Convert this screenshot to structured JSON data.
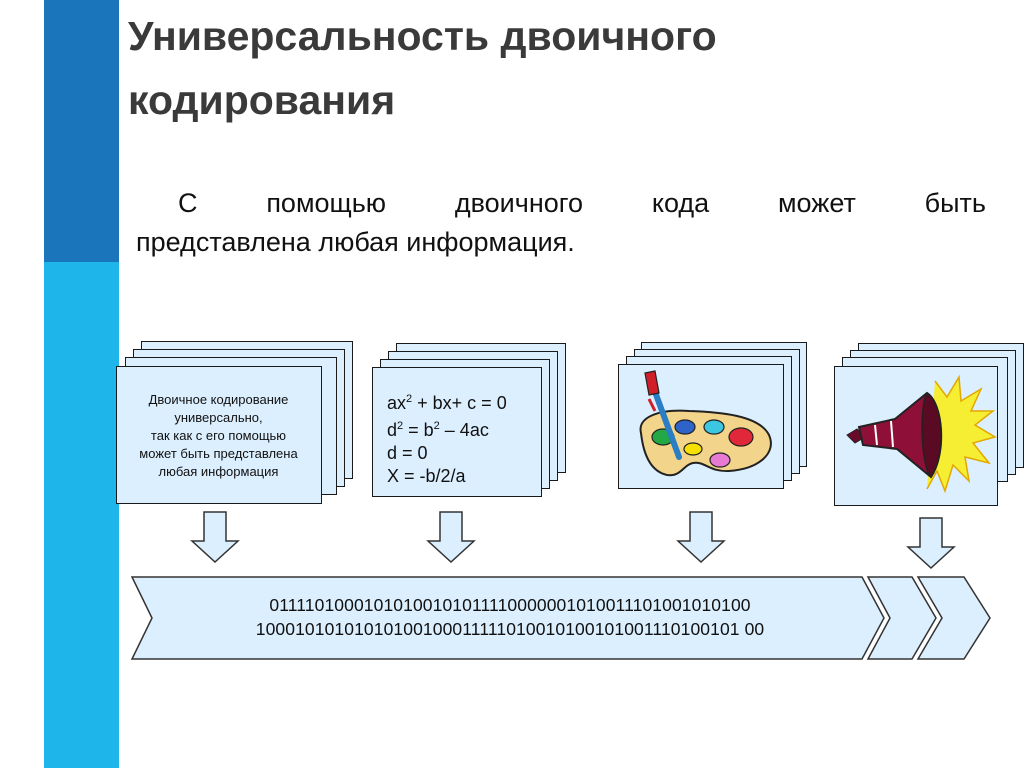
{
  "slide": {
    "title_line1": "Универсальность двоичного",
    "title_line2": "кодирования",
    "intro_words": [
      "С",
      "помощью",
      "двоичного",
      "кода",
      "может",
      "быть"
    ],
    "intro_line2": "представлена любая информация."
  },
  "cards": {
    "text_card": {
      "lines": [
        "Двоичное кодирование",
        "универсально,",
        "так как с его помощью",
        "может быть представлена",
        "любая информация"
      ]
    },
    "formula_card": {
      "line1_a": "ax",
      "line1_sup": "2",
      "line1_b": " + bx+ c = 0",
      "line2_a": "d",
      "line2_sup1": "2",
      "line2_b": " = b",
      "line2_sup2": "2",
      "line2_c": " – 4ac",
      "line3": "d = 0",
      "line4": "X = -b/2/a"
    },
    "palette_card": {
      "icon": "paint-palette-icon"
    },
    "sound_card": {
      "icon": "loudspeaker-icon"
    }
  },
  "binary": {
    "line1": "01111010001010100101011110000001010011101001010100",
    "line2": "10001010101010100100011111010010100101001110100101 00"
  },
  "colors": {
    "stripe_dark": "#1b75bb",
    "stripe_light": "#1eb6ea",
    "card_fill": "#dcefff"
  }
}
